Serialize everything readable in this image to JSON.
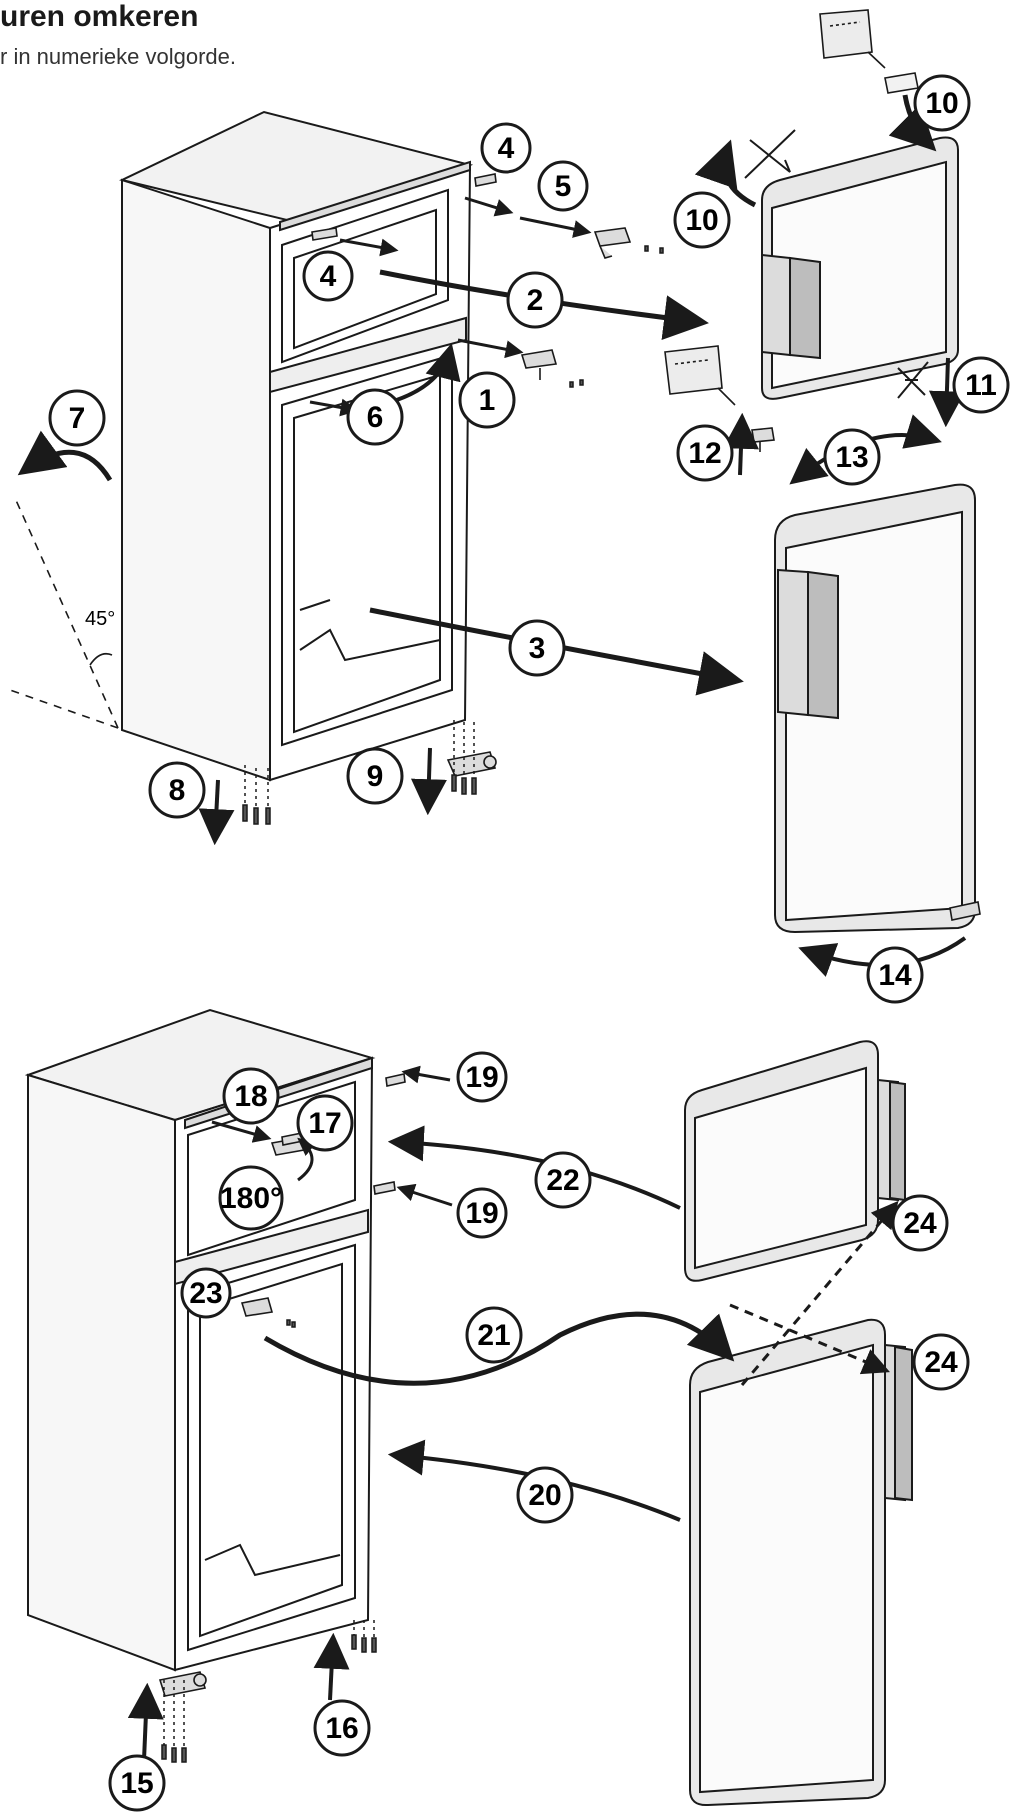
{
  "header": {
    "title": "uren omkeren",
    "subtitle": "r in numerieke volgorde."
  },
  "steps": [
    "1",
    "2",
    "3",
    "4",
    "4",
    "5",
    "6",
    "7",
    "8",
    "9",
    "10",
    "10",
    "11",
    "12",
    "13",
    "14",
    "15",
    "16",
    "17",
    "18",
    "180°",
    "19",
    "19",
    "20",
    "21",
    "22",
    "23",
    "24",
    "24"
  ],
  "angle_label": "45°",
  "colors": {
    "line": "#1a1a1a",
    "fill_light": "#f2f2f2",
    "fill_mid": "#dcdcdc",
    "fill_dark": "#9a9a9a"
  },
  "icons": [
    "fridge-freezer",
    "freezer-door",
    "fridge-door",
    "hinge-bracket",
    "screw",
    "cover-cap",
    "accessory-bag",
    "prohibited-sign",
    "curved-arrow"
  ]
}
